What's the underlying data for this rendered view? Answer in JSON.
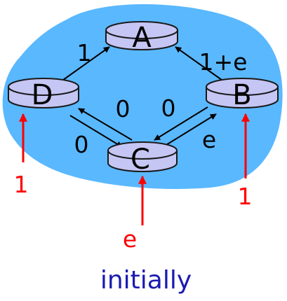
{
  "colors": {
    "cloud": "#5ab8ff",
    "router_fill": "#c5c6f4",
    "router_stroke": "#1a1a1a",
    "link": "#000000",
    "traffic": "#ff0000",
    "caption": "#1a1ab0"
  },
  "nodes": {
    "A": {
      "label": "A"
    },
    "B": {
      "label": "B"
    },
    "C": {
      "label": "C"
    },
    "D": {
      "label": "D"
    }
  },
  "edge_labels": {
    "d_to_a": "1",
    "b_to_a": "1+e",
    "c_to_d": "0",
    "d_to_c": "0",
    "c_to_b": "e",
    "b_to_c": "0"
  },
  "traffic_labels": {
    "d": "1",
    "b": "1",
    "c": "e"
  },
  "caption": "initially"
}
